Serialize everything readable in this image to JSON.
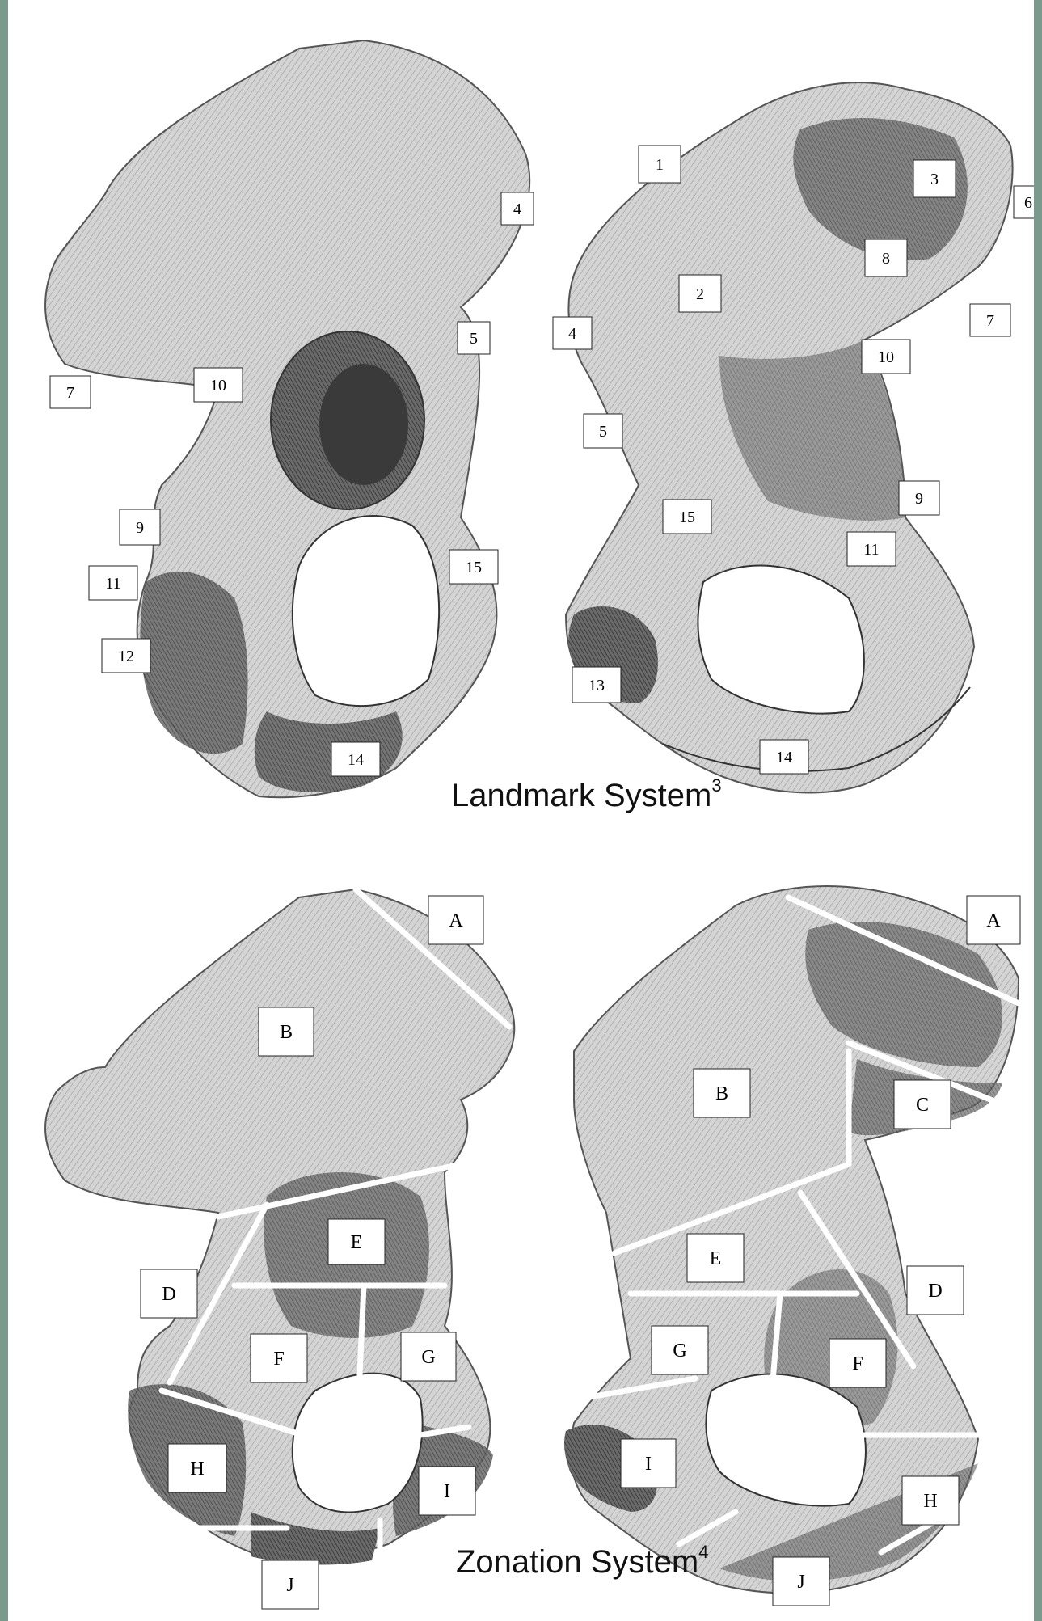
{
  "figure": {
    "landmark_caption": "Landmark System",
    "landmark_ref": "3",
    "zonation_caption": "Zonation System",
    "zonation_ref": "4"
  },
  "landmark_left": {
    "labels": [
      "4",
      "5",
      "7",
      "9",
      "10",
      "11",
      "12",
      "14",
      "15"
    ]
  },
  "landmark_right": {
    "labels": [
      "1",
      "2",
      "3",
      "4",
      "5",
      "6",
      "7",
      "8",
      "9",
      "10",
      "11",
      "13",
      "14",
      "15"
    ]
  },
  "zonation_left": {
    "labels": [
      "A",
      "B",
      "D",
      "E",
      "F",
      "G",
      "H",
      "I",
      "J"
    ]
  },
  "zonation_right": {
    "labels": [
      "A",
      "B",
      "C",
      "D",
      "E",
      "F",
      "G",
      "H",
      "I",
      "J"
    ]
  },
  "colors": {
    "frame": "#7a9a8e",
    "bone_light": "#c8c8c8",
    "bone_dark": "#5a5a5a",
    "zone_line": "#ffffff"
  }
}
